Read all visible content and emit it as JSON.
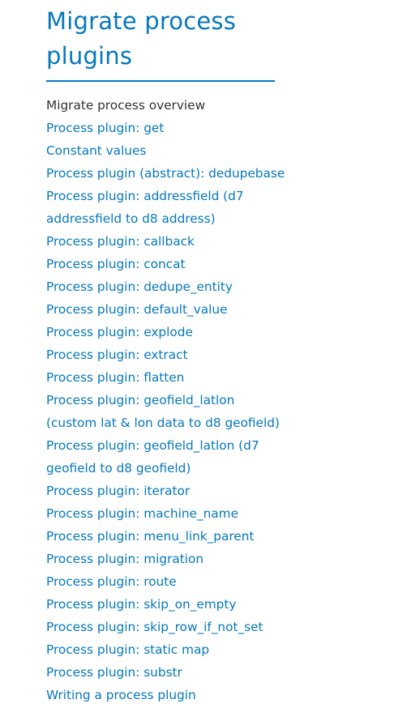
{
  "sidebar": {
    "title_line1": "Migrate process",
    "title_line2": "plugins",
    "active_item": "Migrate process overview",
    "items": [
      {
        "line1": "Process plugin: get"
      },
      {
        "line1": "Constant values"
      },
      {
        "line1": "Process plugin (abstract): dedupebase"
      },
      {
        "line1": "Process plugin: addressfield (d7",
        "line2": "addressfield to d8 address)"
      },
      {
        "line1": "Process plugin: callback"
      },
      {
        "line1": "Process plugin: concat"
      },
      {
        "line1": "Process plugin: dedupe_entity"
      },
      {
        "line1": "Process plugin: default_value"
      },
      {
        "line1": "Process plugin: explode"
      },
      {
        "line1": "Process plugin: extract"
      },
      {
        "line1": "Process plugin: flatten"
      },
      {
        "line1": "Process plugin: geofield_latlon",
        "line2": "(custom lat & lon data to d8 geofield)"
      },
      {
        "line1": "Process plugin: geofield_latlon (d7",
        "line2": "geofield to d8 geofield)"
      },
      {
        "line1": "Process plugin: iterator"
      },
      {
        "line1": "Process plugin: machine_name"
      },
      {
        "line1": "Process plugin: menu_link_parent"
      },
      {
        "line1": "Process plugin: migration"
      },
      {
        "line1": "Process plugin: route"
      },
      {
        "line1": "Process plugin: skip_on_empty"
      },
      {
        "line1": "Process plugin: skip_row_if_not_set"
      },
      {
        "line1": "Process plugin: static map"
      },
      {
        "line1": "Process plugin: substr"
      },
      {
        "line1": "Writing a process plugin"
      }
    ]
  }
}
